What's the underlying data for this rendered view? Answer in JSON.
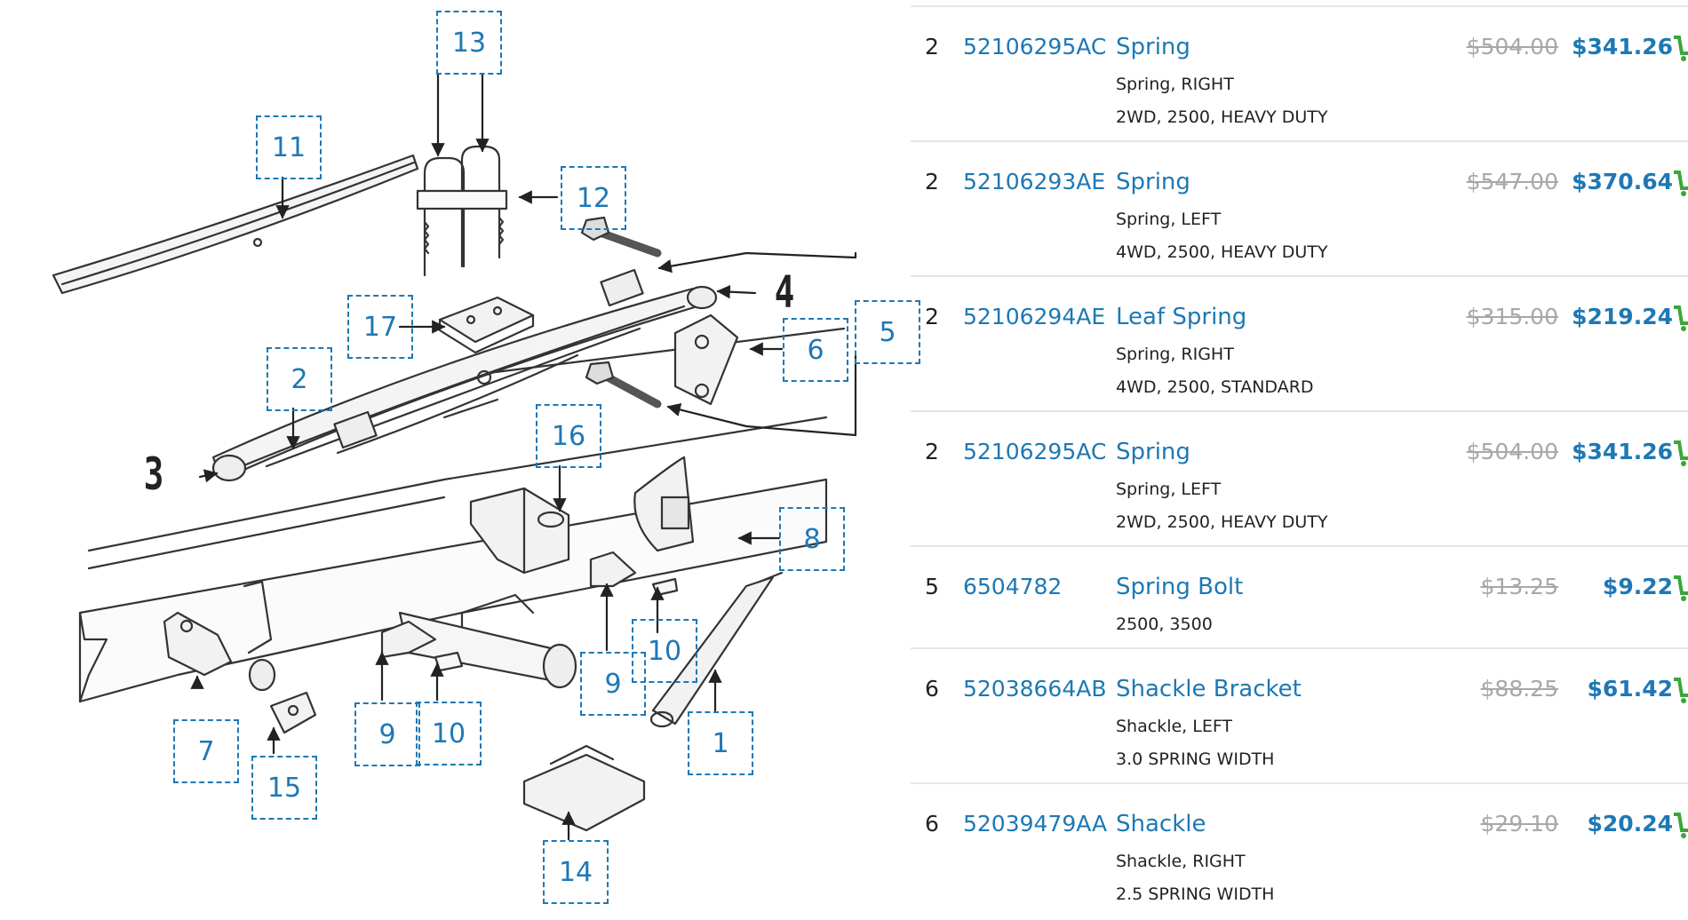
{
  "diagram": {
    "callouts": [
      {
        "label": "13"
      },
      {
        "label": "11"
      },
      {
        "label": "12"
      },
      {
        "label": "17"
      },
      {
        "label": "5"
      },
      {
        "label": "6"
      },
      {
        "label": "2"
      },
      {
        "label": "16"
      },
      {
        "label": "8"
      },
      {
        "label": "10"
      },
      {
        "label": "9"
      },
      {
        "label": "9"
      },
      {
        "label": "10"
      },
      {
        "label": "1"
      },
      {
        "label": "7"
      },
      {
        "label": "15"
      },
      {
        "label": "14"
      }
    ],
    "big_labels": [
      "4",
      "3"
    ]
  },
  "parts": [
    {
      "qty": "2",
      "part_number": "52106295AC",
      "name": "Spring",
      "desc1": "Spring, RIGHT",
      "desc2": "2WD, 2500, HEAVY DUTY",
      "old_price": "$504.00",
      "price": "$341.26"
    },
    {
      "qty": "2",
      "part_number": "52106293AE",
      "name": "Spring",
      "desc1": "Spring, LEFT",
      "desc2": "4WD, 2500, HEAVY DUTY",
      "old_price": "$547.00",
      "price": "$370.64"
    },
    {
      "qty": "2",
      "part_number": "52106294AE",
      "name": "Leaf Spring",
      "desc1": "Spring, RIGHT",
      "desc2": "4WD, 2500, STANDARD",
      "old_price": "$315.00",
      "price": "$219.24"
    },
    {
      "qty": "2",
      "part_number": "52106295AC",
      "name": "Spring",
      "desc1": "Spring, LEFT",
      "desc2": "2WD, 2500, HEAVY DUTY",
      "old_price": "$504.00",
      "price": "$341.26"
    },
    {
      "qty": "5",
      "part_number": "6504782",
      "name": "Spring Bolt",
      "desc1": "2500, 3500",
      "desc2": "",
      "old_price": "$13.25",
      "price": "$9.22"
    },
    {
      "qty": "6",
      "part_number": "52038664AB",
      "name": "Shackle Bracket",
      "desc1": "Shackle, LEFT",
      "desc2": "3.0 SPRING WIDTH",
      "old_price": "$88.25",
      "price": "$61.42"
    },
    {
      "qty": "6",
      "part_number": "52039479AA",
      "name": "Shackle",
      "desc1": "Shackle, RIGHT",
      "desc2": "2.5 SPRING WIDTH",
      "old_price": "$29.10",
      "price": "$20.24"
    }
  ],
  "colors": {
    "accent": "#1e78b4",
    "cart": "#3aa63a",
    "strike": "#a8a8a8"
  },
  "icons": {
    "cart": "cart-icon"
  }
}
